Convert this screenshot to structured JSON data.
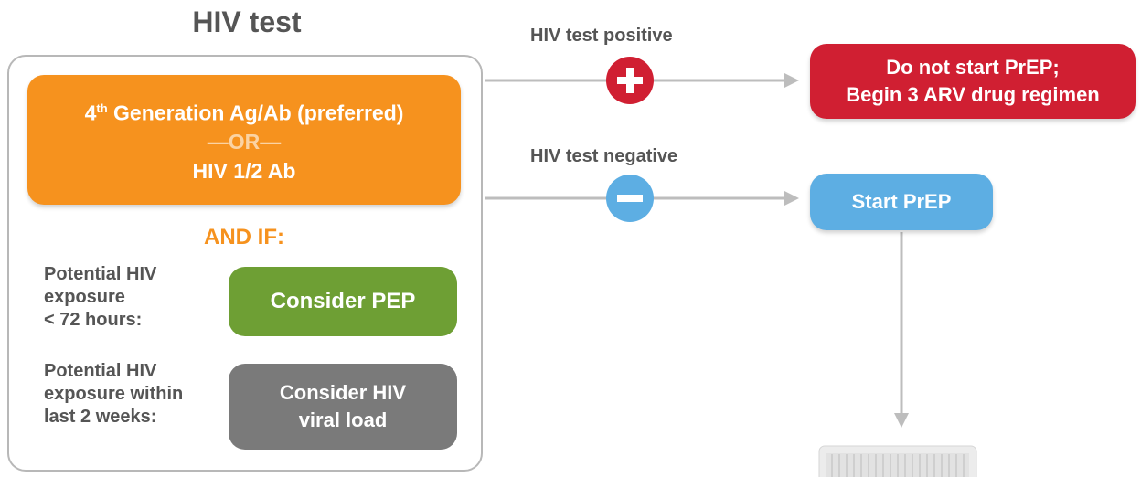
{
  "test_section": {
    "title": "HIV test",
    "test_box": {
      "line1_prefix": "4",
      "line1_sup": "th",
      "line1_suffix": " Generation Ag/Ab (preferred)",
      "or_text": "—OR—",
      "line3": "HIV 1/2 Ab"
    },
    "and_if": "AND IF:",
    "conditions": [
      {
        "text": "Potential HIV\nexposure\n< 72 hours:",
        "action": "Consider PEP"
      },
      {
        "text": "Potential HIV\nexposure within\nlast 2 weeks:",
        "action": "Consider HIV\nviral load"
      }
    ]
  },
  "positive_branch": {
    "label": "HIV test positive",
    "icon": "plus-icon",
    "color": "#d01f32",
    "result_line1": "Do not start PrEP;",
    "result_line2": "Begin 3 ARV drug regimen"
  },
  "negative_branch": {
    "label": "HIV test negative",
    "icon": "minus-icon",
    "color": "#5daee3",
    "result": "Start PrEP"
  },
  "colors": {
    "orange": "#f6921e",
    "green": "#6e9f34",
    "gray": "#7a7a7a",
    "arrow": "#bdbdbd",
    "text": "#555555"
  }
}
